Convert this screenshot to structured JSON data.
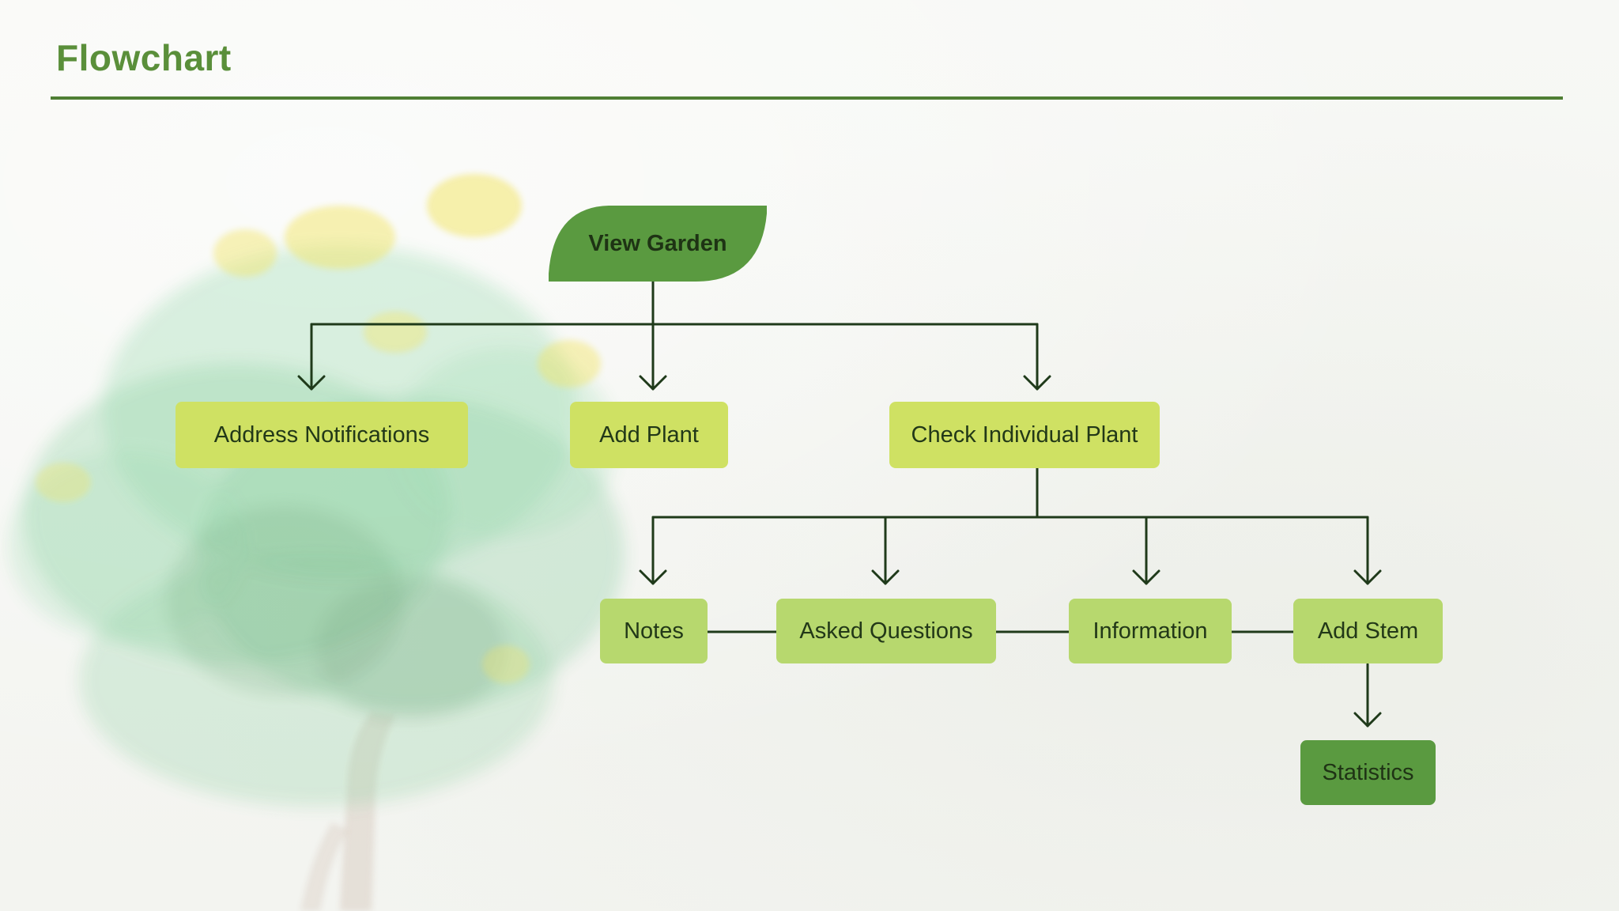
{
  "page": {
    "title": "Flowchart"
  },
  "colors": {
    "accent": "#5a8f3a",
    "rule": "#4f7f34",
    "node_light": "#cfe163",
    "node_mid": "#b7d86e",
    "node_dark": "#5a9a40",
    "connector": "#1f3a1a"
  },
  "flowchart": {
    "root": "View Garden",
    "level1": {
      "address_notifications": "Address Notifications",
      "add_plant": "Add Plant",
      "check_individual_plant": "Check Individual Plant"
    },
    "level2": {
      "notes": "Notes",
      "asked_questions": "Asked Questions",
      "information": "Information",
      "add_stem": "Add Stem"
    },
    "level3": {
      "statistics": "Statistics"
    }
  }
}
